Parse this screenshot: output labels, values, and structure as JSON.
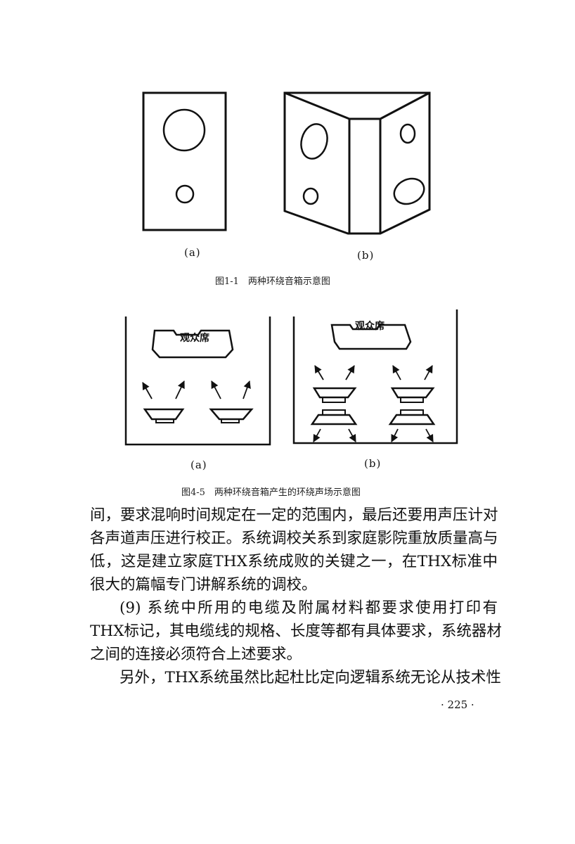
{
  "figure1": {
    "label_a": "(a)",
    "label_b": "(b)",
    "caption": "图1-1　两种环绕音箱示意图"
  },
  "figure2": {
    "audience_label": "观众席",
    "label_a": "(a)",
    "label_b": "(b)",
    "caption": "图4-5　两种环绕音箱产生的环绕声场示意图"
  },
  "body": {
    "paragraph1": [
      "间，要求混响时间规定在一定的范围内，最后还要用声压计对",
      "各声道声压进行校正。系统调校关系到家庭影院重放质量高与",
      "低，这是建立家庭THX系统成败的关键之一，在THX标准中",
      "很大的篇幅专门讲解系统的调校。"
    ],
    "paragraph2": [
      "(9) 系统中所用的电缆及附属材料都要求使用打印有",
      "THX标记，其电缆线的规格、长度等都有具体要求，系统器材",
      "之间的连接必须符合上述要求。"
    ],
    "paragraph3": [
      "另外，THX系统虽然比起杜比定向逻辑系统无论从技术性"
    ]
  },
  "page_number": "· 225 ·"
}
